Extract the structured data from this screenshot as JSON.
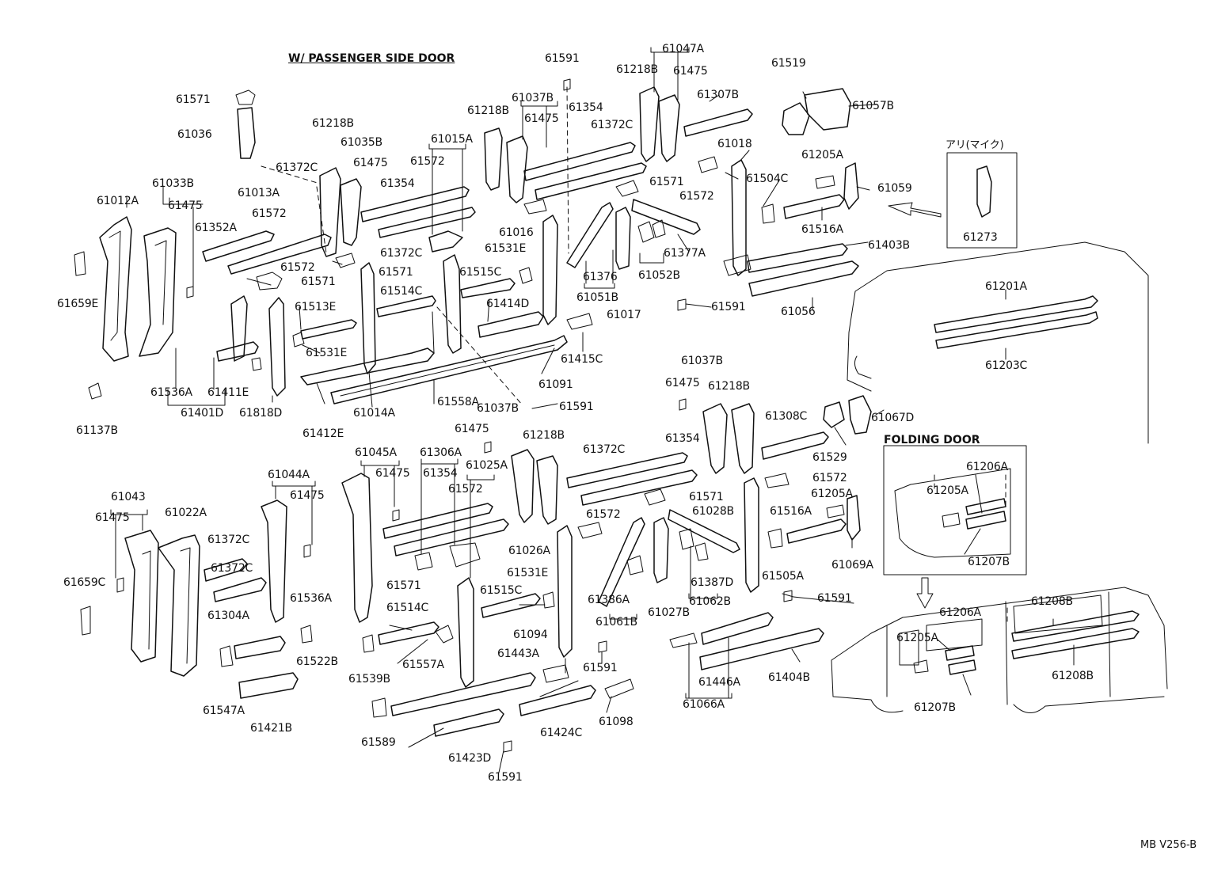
{
  "diagram": {
    "title": "W/ PASSENGER SIDE DOOR",
    "folding_door_label": "FOLDING DOOR",
    "option_label": "アリ(マイク)",
    "drawing_code": "MB V256-B",
    "parts": [
      "61571",
      "61036",
      "61372C",
      "61012A",
      "61033B",
      "61475",
      "61352A",
      "61659E",
      "61013A",
      "61572",
      "61218B",
      "61035B",
      "61475",
      "61354",
      "61015A",
      "61572",
      "61372C",
      "61571",
      "61572",
      "61571",
      "61513E",
      "61531E",
      "61536A",
      "61411E",
      "61401D",
      "61818D",
      "61412E",
      "61014A",
      "61137B",
      "61514C",
      "61558A",
      "61591",
      "61218B",
      "61037B",
      "61475",
      "61354",
      "61372C",
      "61016",
      "61531E",
      "61515C",
      "61414D",
      "61091",
      "61415C",
      "61591",
      "61218B",
      "61047A",
      "61475",
      "61307B",
      "61572",
      "61571",
      "61376",
      "61051B",
      "61017",
      "61377A",
      "61052B",
      "61591",
      "61519",
      "61057B",
      "61018",
      "61205A",
      "61504C",
      "61059",
      "61516A",
      "61403B",
      "61056",
      "61273",
      "61201A",
      "61203C",
      "61043",
      "61475",
      "61022A",
      "61659C",
      "61044A",
      "61475",
      "61372C",
      "61304A",
      "61372C",
      "61536A",
      "61547A",
      "61421B",
      "61522B",
      "61045A",
      "61306A",
      "61475",
      "61354",
      "61025A",
      "61572",
      "61571",
      "61037B",
      "61475",
      "61218B",
      "61372C",
      "61572",
      "61026A",
      "61531E",
      "61515C",
      "61514C",
      "61557A",
      "61539B",
      "61589",
      "61443A",
      "61094",
      "61423D",
      "61591",
      "61424C",
      "61098",
      "61591",
      "61571",
      "61386A",
      "61061B",
      "61027B",
      "61028B",
      "61387D",
      "61062B",
      "61354",
      "61037B",
      "61475",
      "61218B",
      "61308C",
      "61529",
      "61067D",
      "61572",
      "61205A",
      "61516A",
      "61505A",
      "61069A",
      "61591",
      "61446A",
      "61404B",
      "61066A",
      "61206A",
      "61205A",
      "61207B",
      "61208B",
      "61206A",
      "61205A",
      "61207B",
      "61208B"
    ]
  }
}
